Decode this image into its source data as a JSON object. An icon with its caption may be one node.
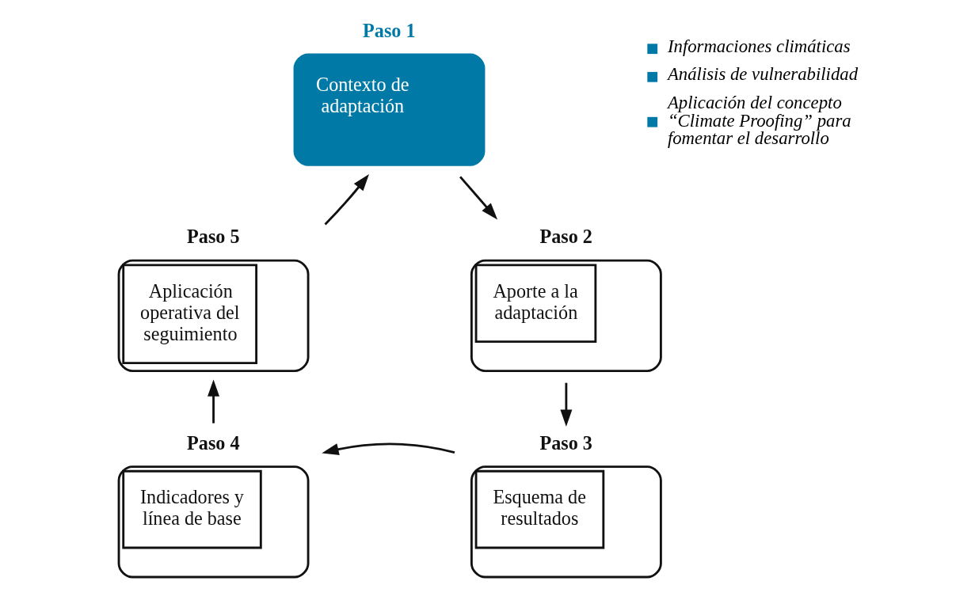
{
  "diagram": {
    "nodes": [
      {
        "text": [
          "Paso 1",
          "Contexto de adaptación"
        ]
      },
      {
        "text": [
          "Paso 2",
          "Aporte a la adaptación"
        ]
      },
      {
        "text": [
          "Paso 3",
          "Esquema de resultados"
        ]
      },
      {
        "text": [
          "Paso 4",
          "Indicadores y línea de base"
        ]
      },
      {
        "text": [
          "Paso 5",
          "Aplicación operativa del seguimiento"
        ]
      }
    ],
    "edges": [
      {
        "from": 0,
        "to": 1,
        "arrow": "to"
      },
      {
        "from": 1,
        "to": 2,
        "arrow": "to"
      },
      {
        "from": 2,
        "to": 3,
        "arrow": "to"
      },
      {
        "from": 3,
        "to": 4,
        "arrow": "to"
      },
      {
        "from": 4,
        "to": 0,
        "arrow": "to"
      }
    ],
    "labels": [
      "Informaciones climáticas",
      "Análisis de vulnerabilidad",
      "Aplicación del concepto “Climate Proofing” para fomentar el desarrollo"
    ]
  }
}
